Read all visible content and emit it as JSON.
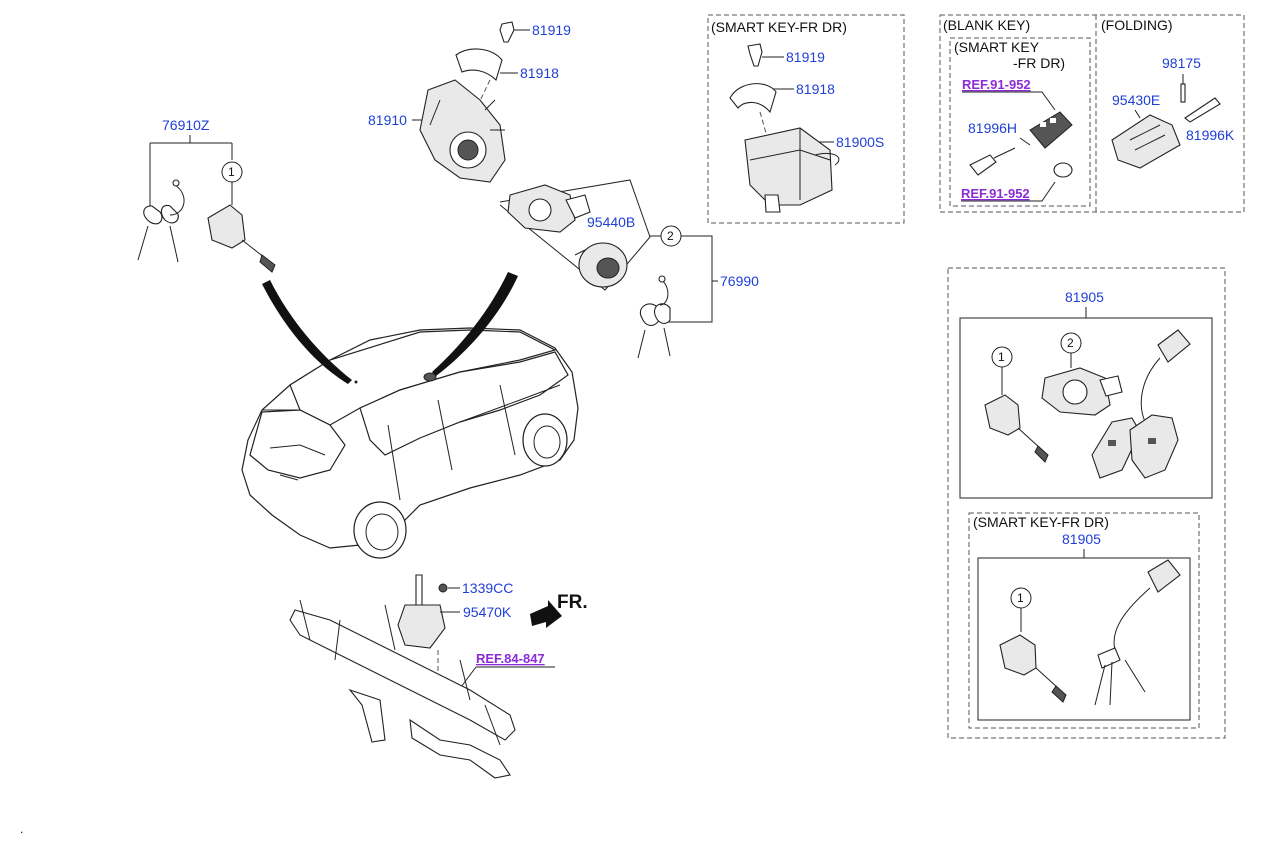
{
  "labels": {
    "p76910Z": "76910Z",
    "p81919_a": "81919",
    "p81918_a": "81918",
    "p81910": "81910",
    "p95440B": "95440B",
    "p76990": "76990",
    "p1339CC": "1339CC",
    "p95470K": "95470K",
    "fr": "FR.",
    "ref_84_847": "REF.84-847",
    "p81919_b": "81919",
    "p81918_b": "81918",
    "p81900S": "81900S",
    "ref_91_952_a": "REF.91-952",
    "ref_91_952_b": "REF.91-952",
    "p81996H": "81996H",
    "p98175": "98175",
    "p95430E": "95430E",
    "p81996K": "81996K",
    "p81905_a": "81905",
    "p81905_b": "81905"
  },
  "headers": {
    "smart_key_fr_dr": "(SMART KEY-FR DR)",
    "blank_key": "(BLANK KEY)",
    "folding": "(FOLDING)",
    "smart_key_line1": "(SMART KEY",
    "smart_key_line2": "-FR DR)",
    "smart_key_fr_dr_2": "(SMART KEY-FR DR)"
  },
  "circles": {
    "c1": "1",
    "c2": "2",
    "c1_kit_a": "1",
    "c2_kit_a": "2",
    "c1_kit_b": "1"
  },
  "footer_mark": "."
}
